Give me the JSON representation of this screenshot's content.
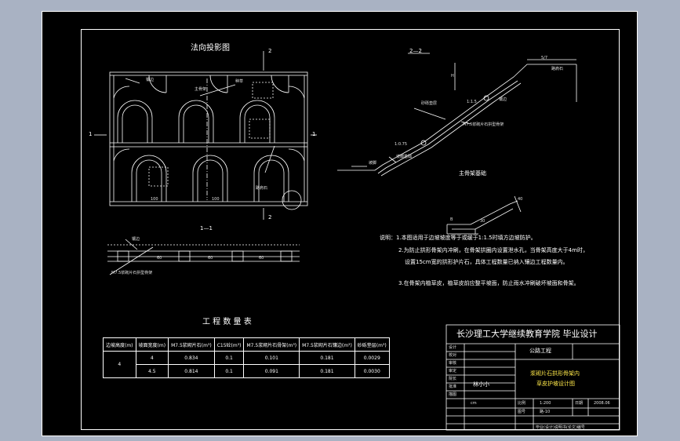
{
  "drawing": {
    "elevation_title": "法向投影图",
    "section_22_title": "2—2",
    "section_11_title": "1—1",
    "main_frame_title": "主骨架基础",
    "section_mark_1": "1",
    "section_mark_2": "2",
    "labels": {
      "side_slope": "镶边",
      "main_rib": "主骨架",
      "grass": "种草",
      "gravel_road": "路肩石",
      "slope_line": "1:1.5",
      "road_shoulder": "路肩石",
      "paved_drain": "镶边",
      "base_label": "坡脚基础",
      "m75_rubble": "M7.5浆砌片石拱型骨架",
      "m75_rubble_2": "M7.5浆砌片石拱型骨架",
      "dim_40": "40",
      "dim_30": "30",
      "dim_60": "60",
      "dim_100": "100",
      "dim_h": "H",
      "dim_b": "B",
      "dim_bank": "5/7",
      "slope_small": "1:0.75",
      "foot_label": "坡脚",
      "gravel_cushion": "砂砾垫层"
    },
    "notes": [
      "说明：1.本图适用于边坡坡度等于或缓于1:1.5时填方边坡防护。",
      "2.为防止拱形骨架内冲刷，在骨架拱圈内设置泄水孔，当骨架高度大于4m时，",
      "设置15cm宽的拱形护片石，具体工程数量已纳入镶边工程数量内。",
      "3.在骨架内植草皮，植草皮前应整平坡面，防止雨水冲刷破坏坡面和骨架。"
    ]
  },
  "quantity_table": {
    "title": "工 程 数 量 表",
    "headers": [
      "边坡高度(m)",
      "坡面宽度(m)",
      "M7.5浆砌片石(m³)",
      "C15砼(m³)",
      "M7.5浆砌片石骨架(m³)",
      "M7.5浆砌片石镶边(m³)",
      "砂砾垫层(m³)"
    ],
    "group_label": "4",
    "rows": [
      [
        "4",
        "0.834",
        "0.1",
        "0.101",
        "0.181",
        "0.0029"
      ],
      [
        "4.5",
        "0.814",
        "0.1",
        "0.091",
        "0.181",
        "0.0030"
      ]
    ]
  },
  "title_block": {
    "institution": "长沙理工大学继续教育学院 毕业设计",
    "project": "公路工程",
    "drawing_name_1": "浆砌片石拱形骨架内",
    "drawing_name_2": "草皮护坡设计图",
    "designer": "林小小",
    "left_labels": [
      "设计",
      "校对",
      "审核",
      "审定",
      "院长",
      "批准",
      "描图"
    ],
    "right_labels": [
      "比例",
      "图号",
      "日期"
    ],
    "scale": "1:200",
    "drawing_no": "路-10",
    "date": "2008.06",
    "unit": "cm",
    "footer": "毕业(设计)说明书(论文)编号"
  }
}
